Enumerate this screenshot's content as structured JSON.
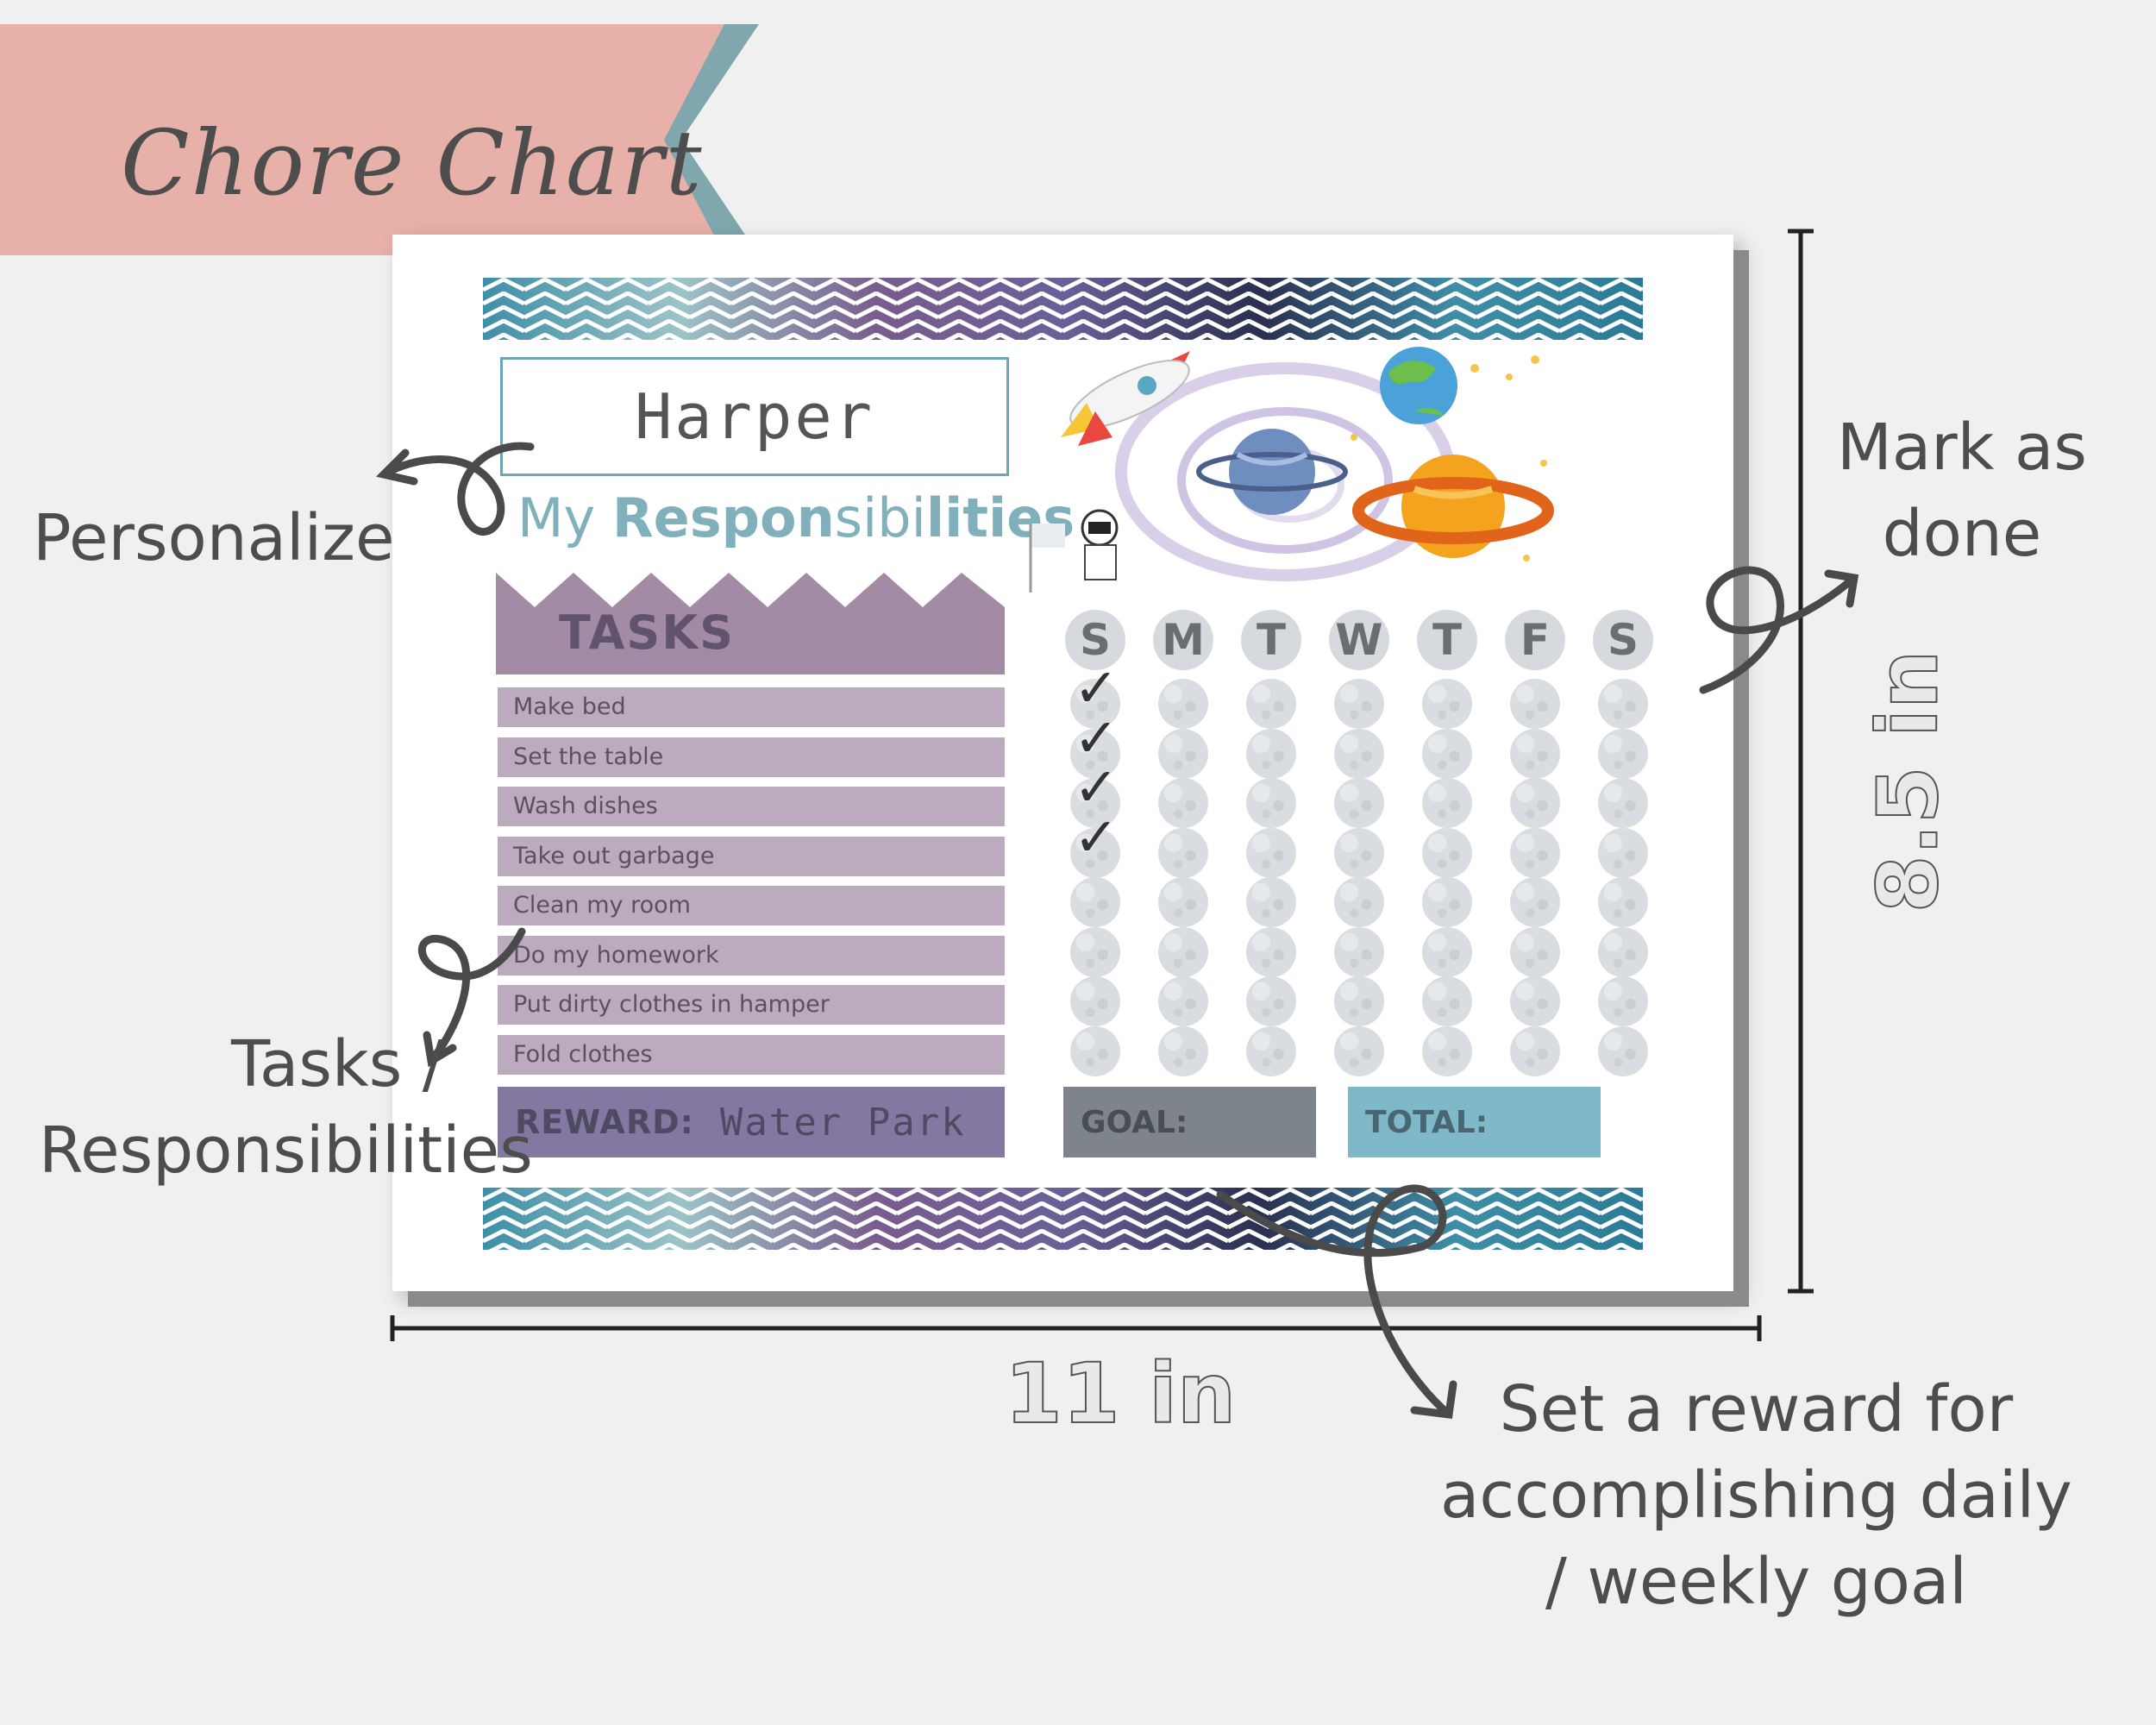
{
  "banner": {
    "title": "Chore Chart",
    "color": "#e7b0a8",
    "accent": "#7fa7ad"
  },
  "sheet": {
    "name": "Harper",
    "heading_prefix": "My ",
    "heading_bold": "Respon",
    "heading_mid": "sibi",
    "heading_bold2": "lities",
    "tasks_label": "TASKS",
    "days": [
      "S",
      "M",
      "T",
      "W",
      "T",
      "F",
      "S"
    ],
    "tasks": [
      "Make bed",
      "Set the table",
      "Wash dishes",
      "Take out garbage",
      "Clean my room",
      "Do my homework",
      "Put dirty clothes in hamper",
      "Fold clothes"
    ],
    "checked": [
      [
        true,
        false,
        false,
        false,
        false,
        false,
        false
      ],
      [
        true,
        false,
        false,
        false,
        false,
        false,
        false
      ],
      [
        true,
        false,
        false,
        false,
        false,
        false,
        false
      ],
      [
        true,
        false,
        false,
        false,
        false,
        false,
        false
      ],
      [
        false,
        false,
        false,
        false,
        false,
        false,
        false
      ],
      [
        false,
        false,
        false,
        false,
        false,
        false,
        false
      ],
      [
        false,
        false,
        false,
        false,
        false,
        false,
        false
      ],
      [
        false,
        false,
        false,
        false,
        false,
        false,
        false
      ]
    ],
    "reward_label": "REWARD:",
    "reward_value": "Water Park",
    "goal_label": "GOAL:",
    "total_label": "TOTAL:",
    "check_glyph": "✓"
  },
  "annotations": {
    "mark_done_line1": "Mark as",
    "mark_done_line2": "done",
    "personalize": "Personalize",
    "tasks_line1": "Tasks /",
    "tasks_line2": "Responsibilities",
    "reward_line1": "Set a reward for",
    "reward_line2": "accomplishing daily",
    "reward_line3": "/ weekly goal"
  },
  "dimensions": {
    "width": "11 in",
    "height": "8.5 in"
  },
  "icons": [
    "rocket-icon",
    "earth-icon",
    "planet-icon",
    "saturn-icon",
    "astronaut-icon",
    "galaxy-swirl-icon",
    "arrow-icon"
  ]
}
